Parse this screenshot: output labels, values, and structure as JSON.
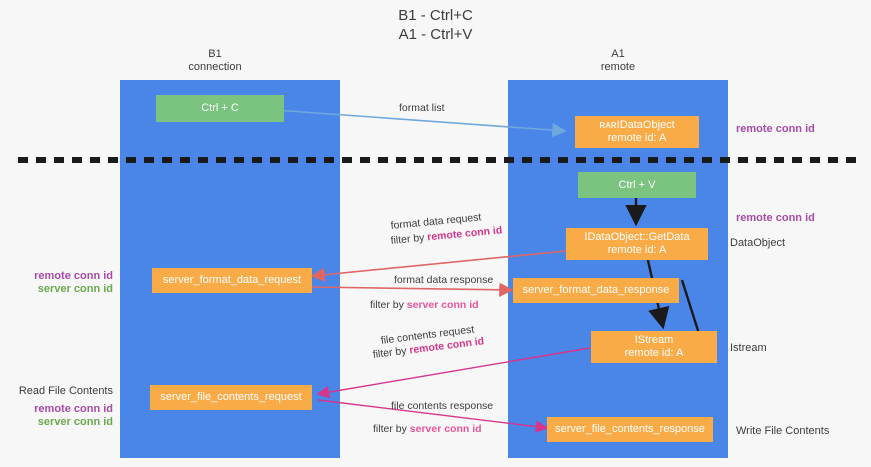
{
  "title": "B1 - Ctrl+C\nA1 - Ctrl+V",
  "lanes": [
    {
      "name": "B1",
      "sub": "connection",
      "header": "B1\nconnection"
    },
    {
      "name": "A1",
      "sub": "remote",
      "header": "A1\nremote"
    }
  ],
  "boxes": {
    "ctrl_c": "Ctrl + C",
    "ctrl_v": "Ctrl + V",
    "idataobject": "ʀᴀʀIDataObject\nremote id: A",
    "idataobject_getdata": "IDataObject::GetData\nremote id: A",
    "server_format_data_request": "server_format_data_request",
    "server_format_data_response": "server_format_data_response",
    "istream": "IStream\nremote id: A",
    "server_file_contents_request": "server_file_contents_request",
    "server_file_contents_response": "server_file_contents_response"
  },
  "arrow_labels": {
    "format_list": "format list",
    "format_data_request": "format data request",
    "format_data_request_filter_prefix": "filter by ",
    "format_data_request_filter_key": "remote conn id",
    "format_data_response": "format data response",
    "format_data_response_filter_prefix": "filter by ",
    "format_data_response_filter_key": "server conn id",
    "file_contents_request": "file contents request",
    "file_contents_request_filter_prefix": "filter by ",
    "file_contents_request_filter_key": "remote conn id",
    "file_contents_response": "file contents response",
    "file_contents_response_filter_prefix": "filter by ",
    "file_contents_response_filter_key": "server conn id"
  },
  "side_labels": {
    "right_remote_conn_id_top": "remote conn id",
    "right_remote_conn_id_mid": "remote conn id",
    "right_dataobject": "DataObject",
    "right_istream": "Istream",
    "right_write_file_contents": "Write File Contents",
    "left_remote_conn_id": "remote conn id",
    "left_server_conn_id": "server conn id",
    "left_read_file_contents": "Read File Contents",
    "left_remote_conn_id_2": "remote conn id",
    "left_server_conn_id_2": "server conn id"
  },
  "colors": {
    "lane": "#4a86e8",
    "box_green": "#7bc47f",
    "box_orange": "#f9ab48",
    "purple": "#a64ca6",
    "green_text": "#6aa84f",
    "magenta": "#d6368a",
    "red_arrow": "#e06666",
    "blue_arrow": "#6fa8dc",
    "dark": "#3c3c3c",
    "background": "#f7f7f7"
  }
}
